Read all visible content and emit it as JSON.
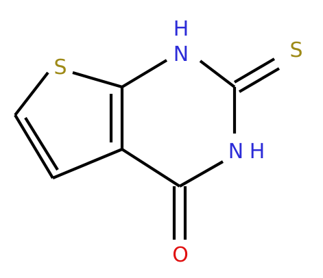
{
  "molecule": {
    "atoms": {
      "s_ring": {
        "label": "S",
        "color": "#9e8a17"
      },
      "nh_top": {
        "label": "H",
        "color": "#2c2cd8"
      },
      "n_top": {
        "label": "N",
        "color": "#2c2cd8"
      },
      "s_thione": {
        "label": "S",
        "color": "#9e8a17"
      },
      "nh_mid": {
        "label": "H",
        "color": "#2c2cd8"
      },
      "n_mid": {
        "label": "N",
        "color": "#2c2cd8"
      },
      "o_carbonyl": {
        "label": "O",
        "color": "#e01010"
      }
    }
  }
}
